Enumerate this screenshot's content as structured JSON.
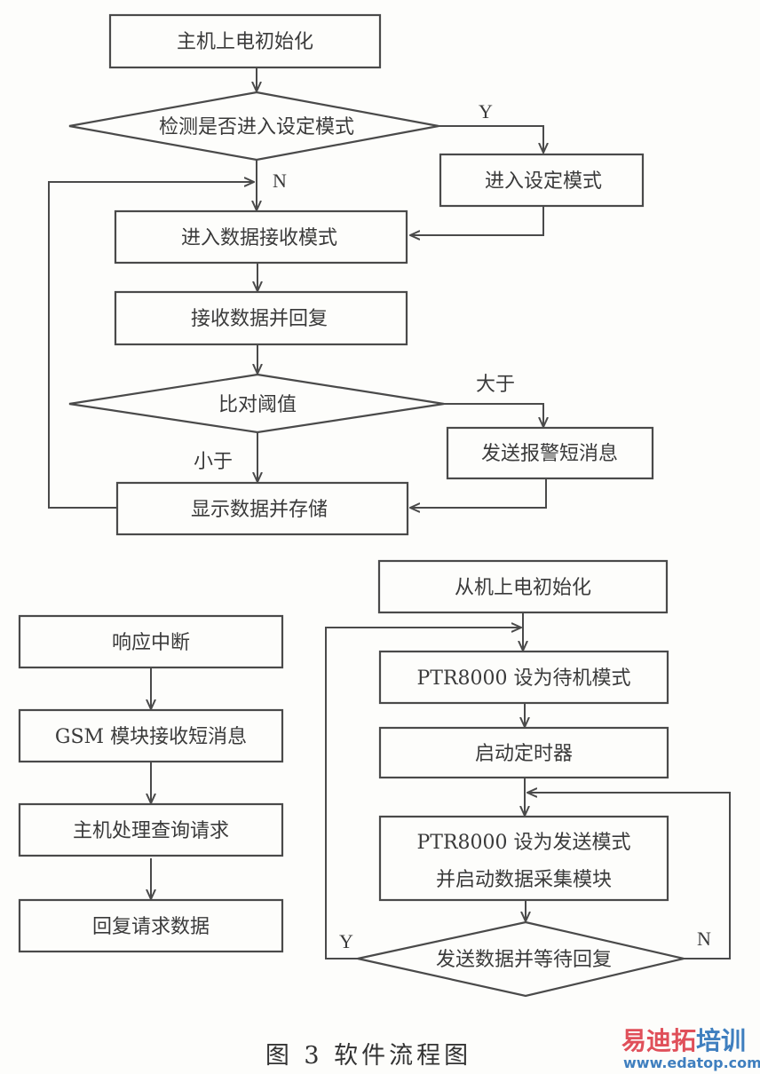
{
  "master": {
    "init": "主机上电初始化",
    "check_setting": "检测是否进入设定模式",
    "enter_setting": "进入设定模式",
    "enter_receive": "进入数据接收模式",
    "receive_reply": "接收数据并回复",
    "compare_threshold": "比对阈值",
    "send_alarm": "发送报警短消息",
    "display_store": "显示数据并存储",
    "label_yes": "Y",
    "label_no": "N",
    "label_greater": "大于",
    "label_less": "小于"
  },
  "interrupt": {
    "respond": "响应中断",
    "gsm_receive": "GSM 模块接收短消息",
    "process_query": "主机处理查询请求",
    "reply_data": "回复请求数据"
  },
  "slave": {
    "init": "从机上电初始化",
    "standby": "PTR8000 设为待机模式",
    "start_timer": "启动定时器",
    "send_mode_line1": "PTR8000 设为发送模式",
    "send_mode_line2": "并启动数据采集模块",
    "send_wait": "发送数据并等待回复",
    "label_yes": "Y",
    "label_no": "N"
  },
  "caption": "图 3   软件流程图",
  "watermark": {
    "brand_part1": "易迪拓",
    "brand_part2": "培训",
    "url": "www.edatop.com",
    "color_red": "#e0505a",
    "color_blue": "#3f7fbf"
  }
}
